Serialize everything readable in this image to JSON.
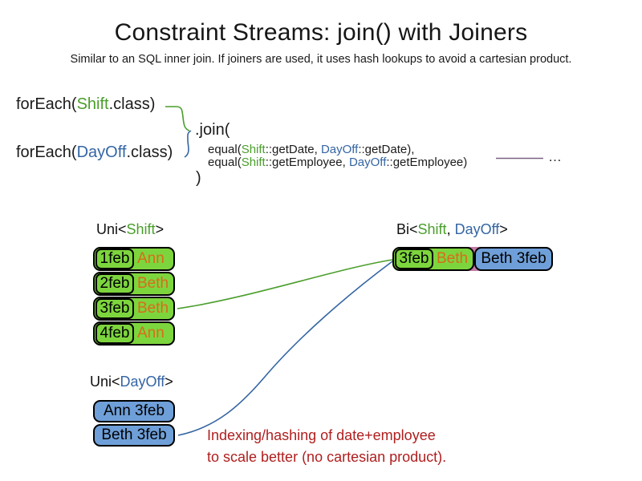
{
  "slide": {
    "title": "Constraint Streams: join() with Joiners",
    "subtitle": "Similar to an SQL inner join. If joiners are used, it uses hash lookups to avoid a cartesian product."
  },
  "code": {
    "foreach_shift": {
      "p1": "forEach(",
      "cls": "Shift",
      "p2": ".class)"
    },
    "foreach_dayoff": {
      "p1": "forEach(",
      "cls": "DayOff",
      "p2": ".class)"
    },
    "join_open": ".join(",
    "equal_date": {
      "p1": "equal(",
      "shift": "Shift",
      "p2": "::getDate, ",
      "dayoff": "DayOff",
      "p3": "::getDate),"
    },
    "equal_employee": {
      "p1": "equal(",
      "shift": "Shift",
      "p2": "::getEmployee, ",
      "dayoff": "DayOff",
      "p3": "::getEmployee)"
    },
    "join_close": ")",
    "ellipsis": "…"
  },
  "tables": {
    "uni_shift": {
      "label": {
        "p1": "Uni<",
        "cls": "Shift",
        "p2": ">"
      },
      "rows": [
        {
          "date": "1feb",
          "employee": "Ann"
        },
        {
          "date": "2feb",
          "employee": "Beth"
        },
        {
          "date": "3feb",
          "employee": "Beth"
        },
        {
          "date": "4feb",
          "employee": "Ann"
        }
      ]
    },
    "bi": {
      "label": {
        "p1": "Bi<",
        "cls1": "Shift",
        "p2": ", ",
        "cls2": "DayOff",
        "p3": ">"
      },
      "row": {
        "date": "3feb",
        "employee": "Beth",
        "dayoff": "Beth 3feb"
      }
    },
    "uni_dayoff": {
      "label": {
        "p1": "Uni<",
        "cls": "DayOff",
        "p2": ">"
      },
      "rows": [
        {
          "text": "Ann 3feb"
        },
        {
          "text": "Beth 3feb"
        }
      ]
    }
  },
  "annotation": {
    "line1": "Indexing/hashing of date+employee",
    "line2": "to scale better (no cartesian product)."
  },
  "colors": {
    "class_green": "#4a9e2b",
    "class_blue": "#3465a4",
    "employee_orange": "#d96c1a",
    "row_green_fill": "#7dd53d",
    "row_blue_fill": "#6f9fd8",
    "annotation_red": "#b01e1e",
    "joiner_underline_purple": "#7a6284",
    "bi_junction_purple": "#c47ba6"
  }
}
